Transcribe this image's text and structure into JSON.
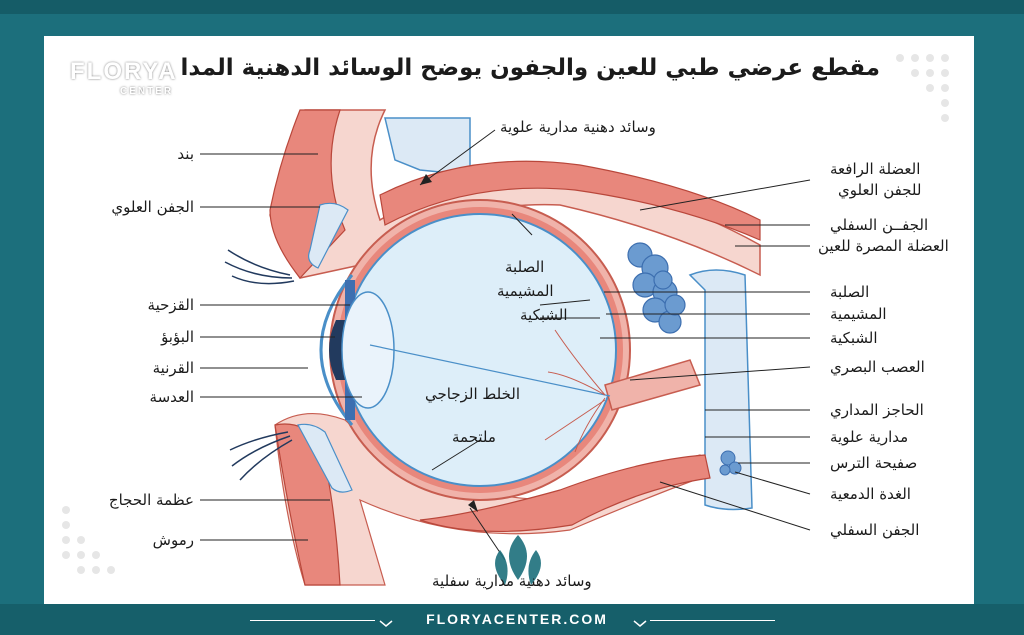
{
  "title": "مقطع عرضي طبي للعين والجفون يوضح الوسائد الدهنية المدارية",
  "brand": {
    "name": "FLORYA",
    "sub": "CENTER"
  },
  "footer": {
    "site": "FLORYACENTER.COM"
  },
  "labels_left": [
    "بند",
    "الجفن العلوي",
    "القزحية",
    "البؤبؤ",
    "القرنية",
    "العدسة",
    "عظمة الحجاج",
    "رموش"
  ],
  "labels_center": [
    "وسائد دهنية مدارية علوية",
    "الصلبة",
    "المشيمية",
    "الشبكية",
    "الخلط الزجاجي",
    "ملتحمة",
    "وسائد دهنية مدارية سفلية"
  ],
  "labels_right": [
    "العضلة الرافعة",
    "للجفن العلوي",
    "الجفــن السفلي",
    "العضلة المصرة للعين",
    "الصلبة",
    "المشيمية",
    "الشبكية",
    "العصب البصري",
    "الحاجز المداري",
    "مدارية علوية",
    "صفيحة الترس",
    "الغدة الدمعية",
    "الجفن السفلي"
  ],
  "colors": {
    "frame": "#1c6f7c",
    "muscle": "#e8877c",
    "fat": "#f6d6cf",
    "eye_fill": "#ddeef9",
    "eye_outline": "#4a8fc8",
    "gland": "#6b9bd0",
    "bone": "#dce9f5"
  }
}
